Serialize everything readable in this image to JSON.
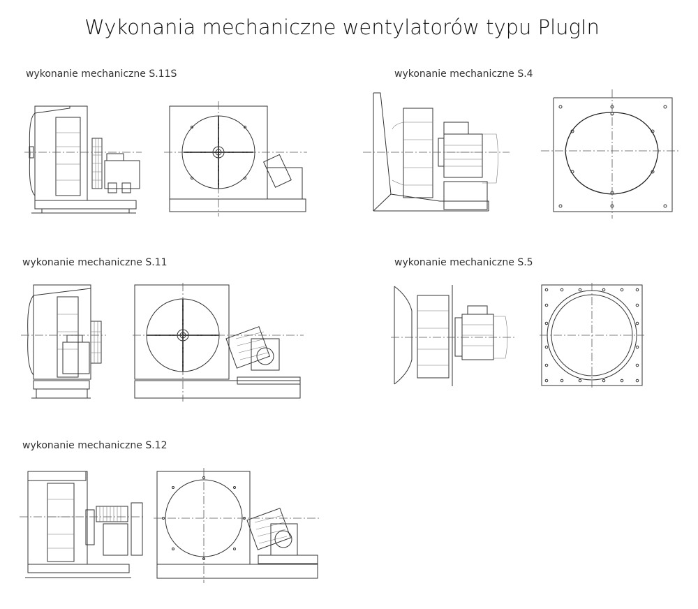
{
  "title": "Wykonania mechaniczne wentylatorów typu PlugIn",
  "variants": [
    {
      "label": "wykonanie mechaniczne S.11S"
    },
    {
      "label": "wykonanie mechaniczne S.4"
    },
    {
      "label": "wykonanie mechaniczne S.11"
    },
    {
      "label": "wykonanie mechaniczne S.5"
    },
    {
      "label": "wykonanie mechaniczne S.12"
    }
  ]
}
